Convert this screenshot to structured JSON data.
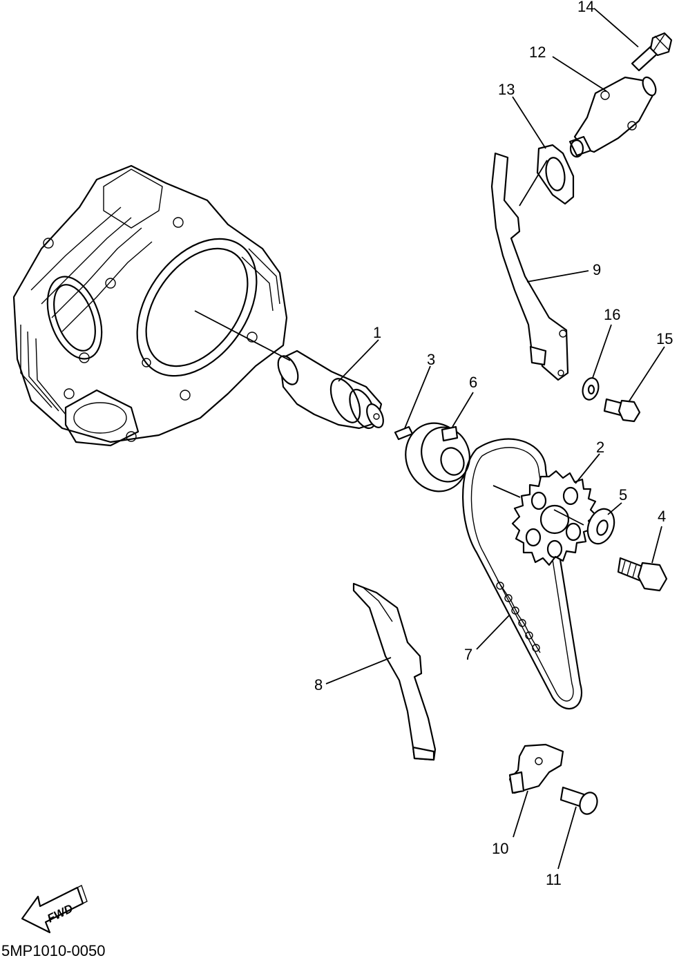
{
  "diagram": {
    "fwd_label": "FWD",
    "diagram_code": "5MP1010-0050",
    "callouts": [
      "1",
      "2",
      "3",
      "4",
      "5",
      "6",
      "7",
      "8",
      "9",
      "10",
      "11",
      "12",
      "13",
      "14",
      "15",
      "16"
    ]
  }
}
